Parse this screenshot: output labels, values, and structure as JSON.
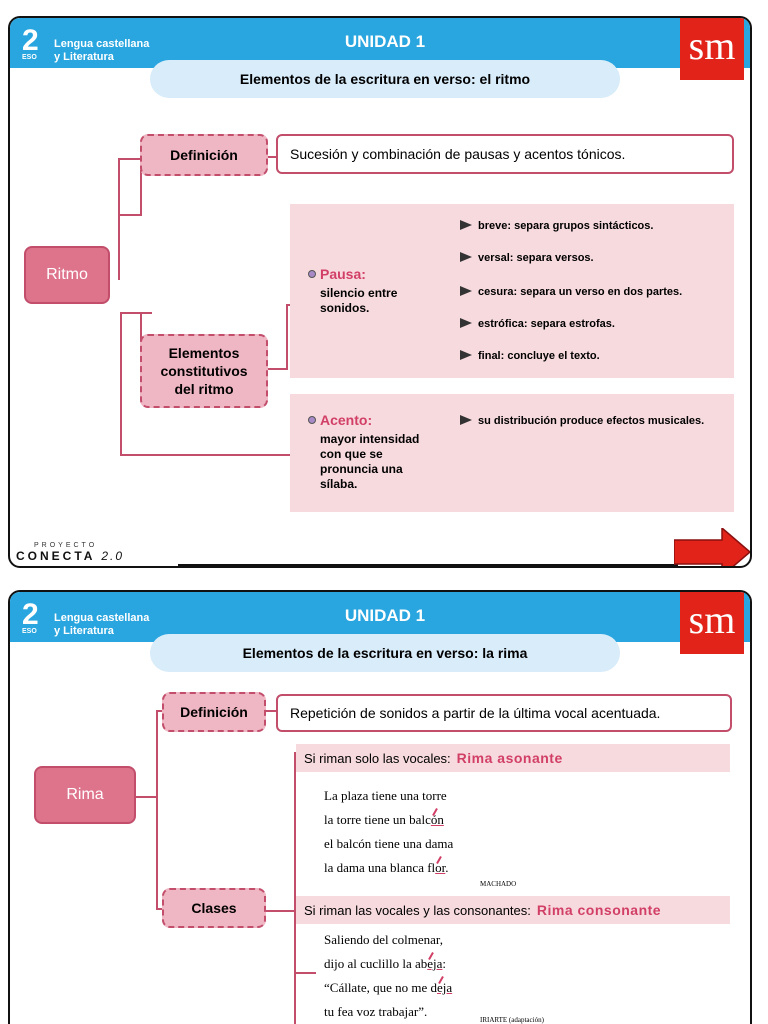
{
  "header": {
    "number": "2",
    "level": "ESO",
    "subject_line1": "Lengua castellana",
    "subject_line2": "y Literatura",
    "unit": "UNIDAD 1",
    "logo": "sm"
  },
  "slide1": {
    "title": "Elementos de la escritura en verso: el ritmo",
    "root": "Ritmo",
    "definition_label": "Definición",
    "definition_text": "Sucesión y combinación de pausas y acentos tónicos.",
    "elements_label_1": "Elementos",
    "elements_label_2": "constitutivos",
    "elements_label_3": "del ritmo",
    "pausa": {
      "title": "Pausa:",
      "desc_1": "silencio entre",
      "desc_2": "sonidos.",
      "items": [
        "breve: separa  grupos sintácticos.",
        "versal: separa versos.",
        "cesura: separa un verso en dos partes.",
        "estrófica: separa estrofas.",
        "final: concluye el texto."
      ]
    },
    "acento": {
      "title": "Acento:",
      "desc_1": "mayor intensidad",
      "desc_2": "con que se",
      "desc_3": "pronuncia una",
      "desc_4": "sílaba.",
      "item": "su distribución produce efectos musicales."
    },
    "footer": {
      "proyecto": "PROYECTO",
      "conecta": "CONECTA",
      "version": "2.0"
    }
  },
  "slide2": {
    "title": "Elementos de la escritura en verso: la rima",
    "root": "Rima",
    "definition_label": "Definición",
    "definition_text": "Repetición de sonidos a partir de la última vocal acentuada.",
    "clases_label": "Clases",
    "asonante": {
      "prefix": "Si riman solo las vocales:",
      "name": "Rima asonante",
      "line1": "La plaza tiene una torre",
      "line2_a": "la torre tiene un balc",
      "line2_b": "ón",
      "line3": "el balcón tiene una dama",
      "line4_a": "la dama una blanca fl",
      "line4_b": "or",
      "line4_c": ".",
      "author": "MACHADO"
    },
    "consonante": {
      "prefix": "Si riman las vocales y las consonantes:",
      "name": "Rima consonante",
      "line1": "Saliendo del colmenar,",
      "line2_a": "dijo al cuclillo la ab",
      "line2_b": "eja",
      "line2_c": ":",
      "line3_a": "“Cállate, que no me d",
      "line3_b": "eja",
      "line4": "tu fea voz trabajar”.",
      "author": "IRIARTE (adaptación)"
    }
  }
}
